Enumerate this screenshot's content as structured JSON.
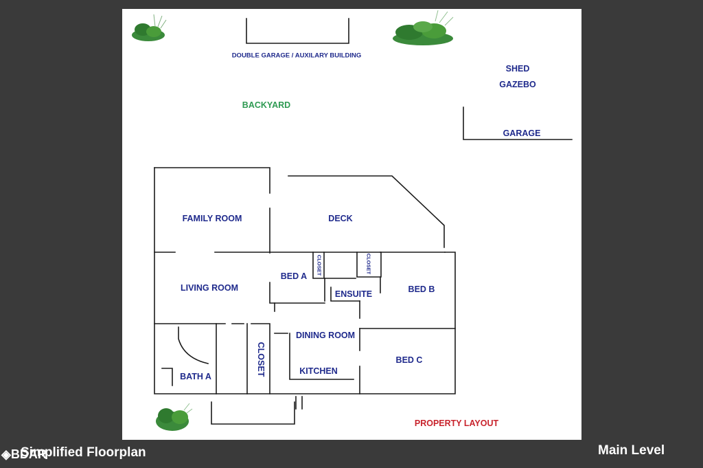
{
  "diagram": {
    "labels": {
      "double_garage": "DOUBLE GARAGE / AUXILARY BUILDING",
      "backyard": "BACKYARD",
      "shed": "SHED",
      "gazebo": "GAZEBO",
      "garage": "GARAGE",
      "family_room": "FAMILY ROOM",
      "deck": "DECK",
      "living_room": "LIVING ROOM",
      "bed_a": "BED A",
      "closet_a": "CLOSET",
      "closet_b": "CLOSET",
      "ensuite": "ENSUITE",
      "bed_b": "BED B",
      "dining_room": "DINING ROOM",
      "closet_hall": "CLOSET",
      "kitchen": "KITCHEN",
      "bed_c": "BED C",
      "bath_a": "BATH A",
      "property_layout": "PROPERTY LAYOUT"
    },
    "colors": {
      "label": "#1f2a8c",
      "backyard": "#2e9a52",
      "property_layout": "#c8232c",
      "wall": "#1a1a1a",
      "plant": "#3b8a3b"
    }
  },
  "footer": {
    "left": "Simplified Floorplan",
    "right": "Main Level",
    "logo": "BDAR"
  }
}
